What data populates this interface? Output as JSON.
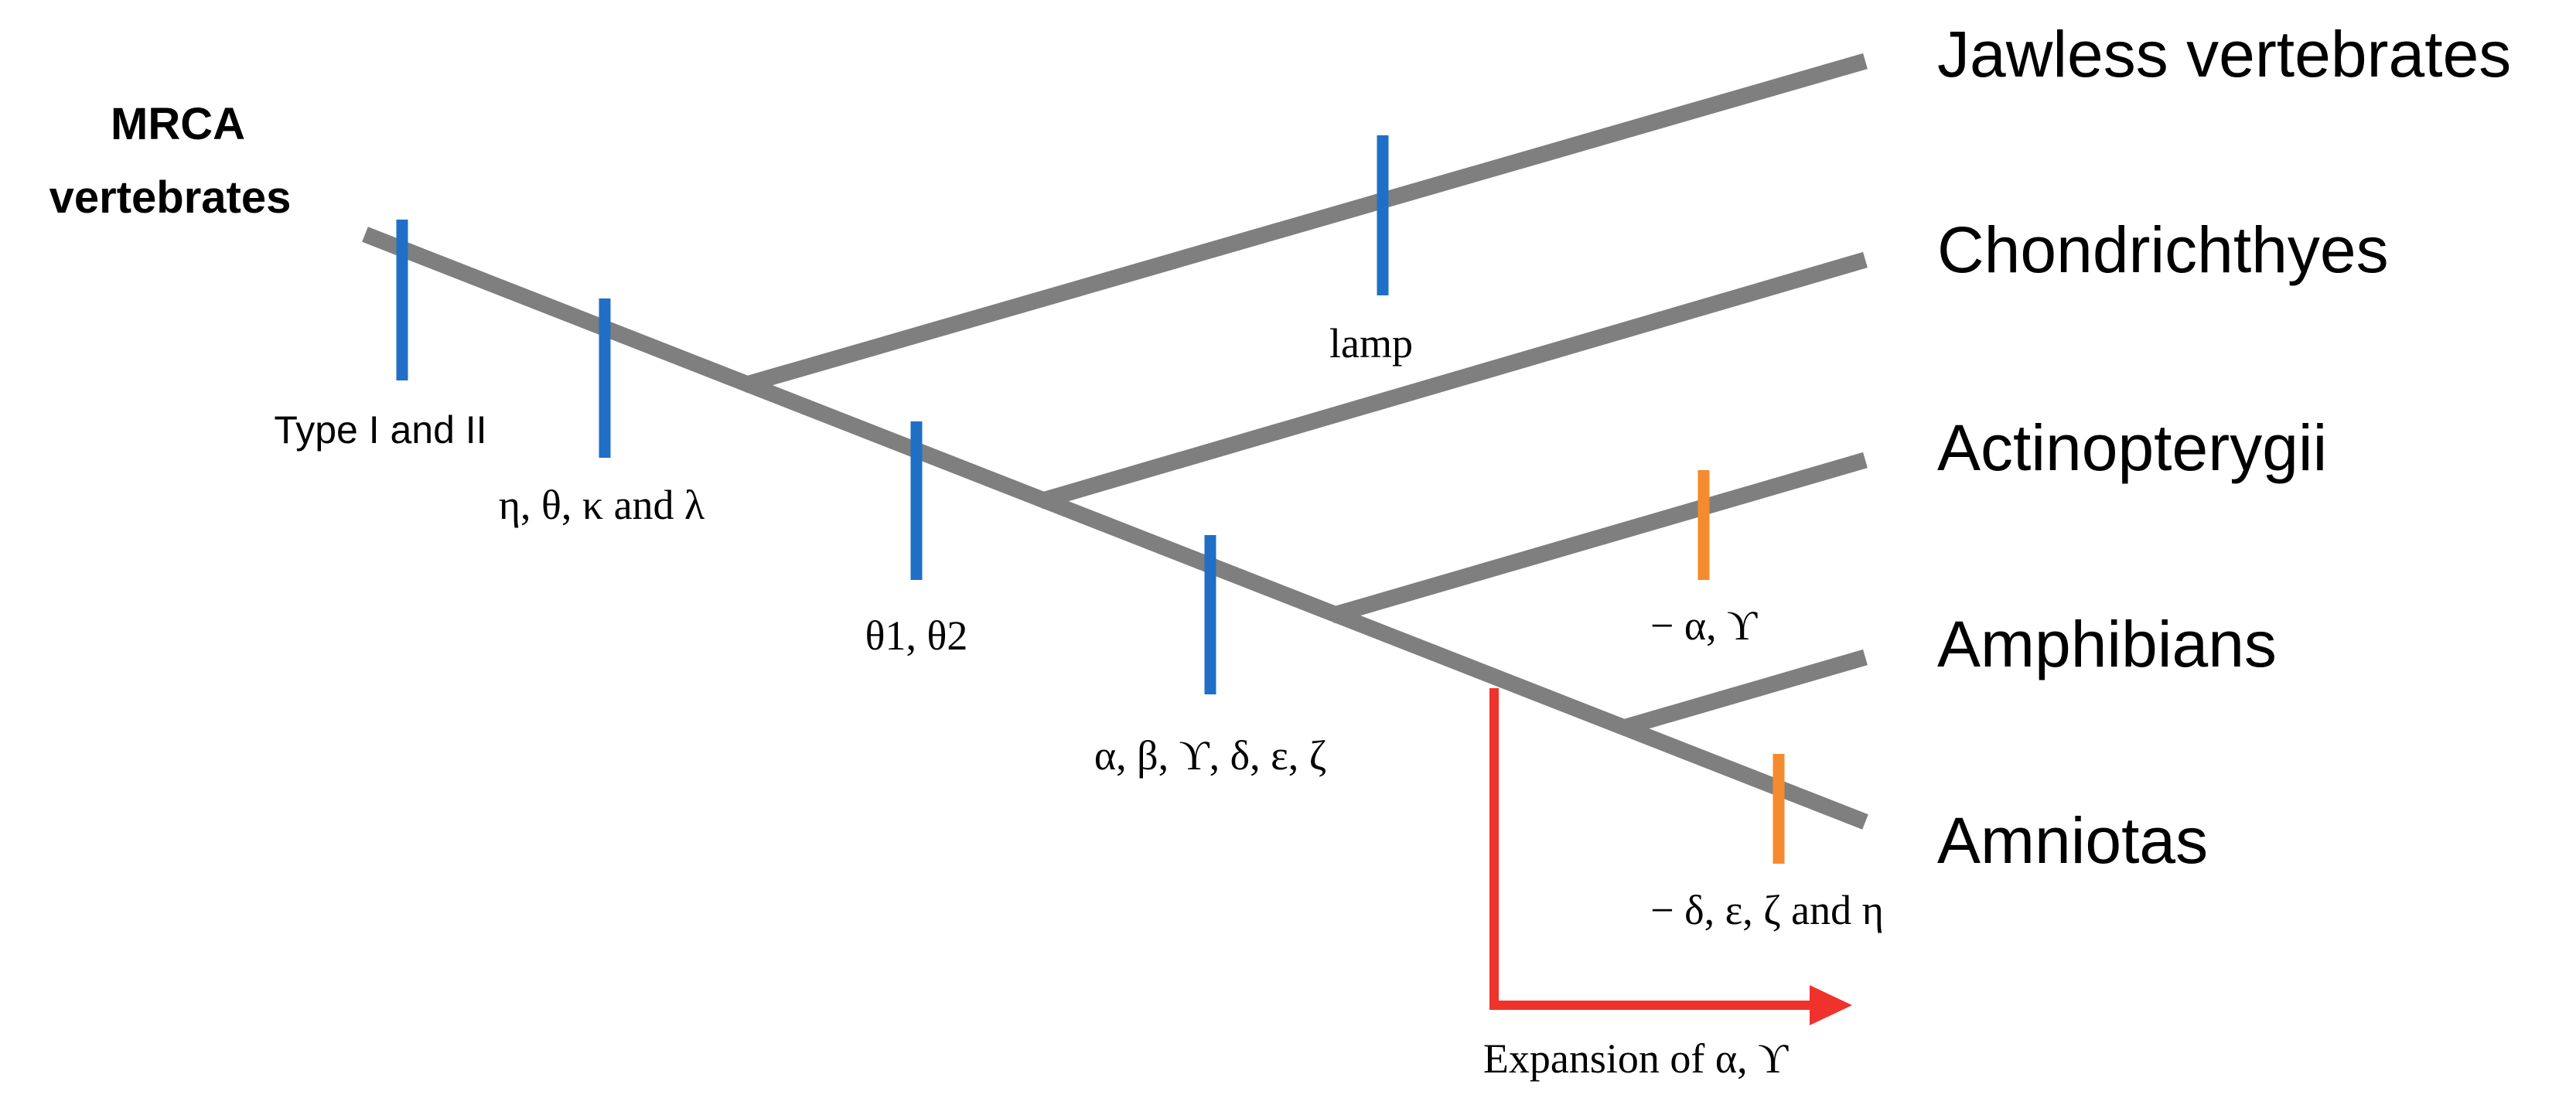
{
  "root": {
    "line1": "MRCA",
    "line2": "vertebrates"
  },
  "taxa": [
    "Jawless vertebrates",
    "Chondrichthyes",
    "Actinopterygii",
    "Amphibians",
    "Amniotas"
  ],
  "events": {
    "type_i_ii": "Type I and II",
    "eta_theta_kappa_lambda": "η, θ, κ and λ",
    "lamp": "lamp",
    "theta1_theta2": "θ1, θ2",
    "alpha_to_zeta": "α, β, ϒ, δ, ε, ζ",
    "loss_actinopterygii": "− α, ϒ",
    "loss_amniotas": "− δ, ε, ζ and η",
    "expansion": "Expansion of α, ϒ"
  },
  "colors": {
    "branch": "#7f7f7f",
    "gain_marker": "#1f6fc6",
    "loss_marker": "#f58b2e",
    "expansion_arrow": "#f0322c"
  }
}
